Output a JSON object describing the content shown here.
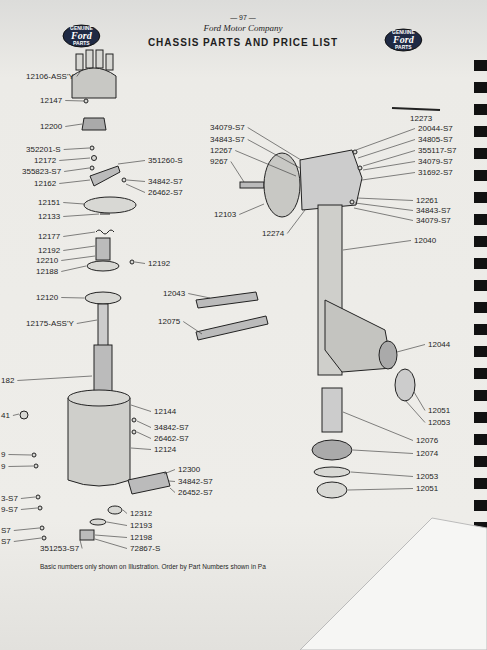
{
  "diagram": {
    "title": "CHASSIS PARTS AND PRICE LIST",
    "caption": "Basic numbers only shown on Illustration.   Order by Part Numbers shown in Pa",
    "nodes": [
      {
        "text": [
          "GENUINE",
          "Ford",
          "PARTS"
        ]
      },
      {
        "text": [
          "GENUINE",
          "Ford",
          "PARTS"
        ]
      }
    ],
    "labels": [
      "— 97 —",
      "Ford Motor Company",
      "12106-ASS'Y",
      "12147",
      "12200",
      "352201-S",
      "12172",
      "355823-S7",
      "351260-S",
      "12162",
      "34842-S7",
      "26462-S7",
      "12151",
      "12133",
      "12177",
      "12192",
      "12210",
      "12192",
      "12188",
      "12120",
      "12175-ASS'Y",
      "182",
      "41",
      "12144",
      "34842-S7",
      "26462-S7",
      "12124",
      "9",
      "9",
      "3-S7",
      "9-S7",
      "12300",
      "34842-S7",
      "26452-S7",
      "S7",
      "S7",
      "12312",
      "12193",
      "12198",
      "351253-S7",
      "72867-S",
      "12273",
      "34079-S7",
      "20044-S7",
      "34843-S7",
      "34805-S7",
      "12267",
      "355117-S7",
      "9267",
      "34079-S7",
      "31692-S7",
      "12261",
      "34843-S7",
      "34079-S7",
      "12103",
      "12274",
      "12040",
      "12043",
      "12075",
      "12044",
      "12051",
      "12053",
      "12076",
      "12074",
      "12053",
      "12051"
    ]
  }
}
